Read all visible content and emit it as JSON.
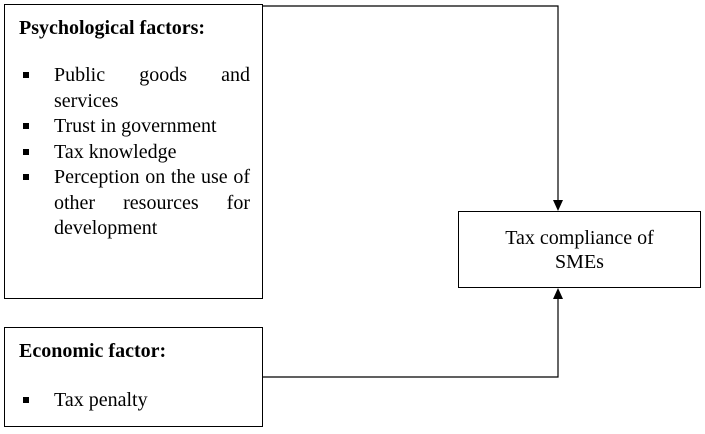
{
  "psychological": {
    "heading": "Psychological factors:",
    "items": [
      "Public goods and services",
      "Trust in government",
      "Tax knowledge",
      "Perception on the use of other resources for development"
    ]
  },
  "economic": {
    "heading": "Economic factor:",
    "items": [
      "Tax penalty"
    ]
  },
  "outcome": {
    "label": "Tax compliance of SMEs"
  }
}
